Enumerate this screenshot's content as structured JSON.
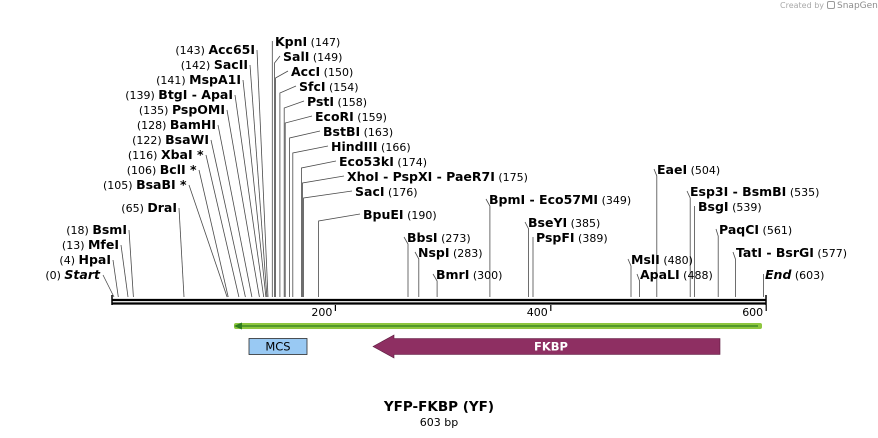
{
  "watermark": {
    "prefix": "Created by",
    "brand": "SnapGene"
  },
  "map": {
    "name": "YFP-FKBP (YF)",
    "length_label": "603 bp",
    "sequence_length": 603,
    "ticks": [
      {
        "pos": 200,
        "label": "200"
      },
      {
        "pos": 400,
        "label": "400"
      },
      {
        "pos": 600,
        "label": "600"
      }
    ]
  },
  "sites": [
    {
      "name": "Start",
      "pos": 0,
      "pos_label": "(0)",
      "italic": true
    },
    {
      "name": "HpaI",
      "pos": 4,
      "pos_label": "(4)"
    },
    {
      "name": "MfeI",
      "pos": 13,
      "pos_label": "(13)"
    },
    {
      "name": "BsmI",
      "pos": 18,
      "pos_label": "(18)"
    },
    {
      "name": "DraI",
      "pos": 65,
      "pos_label": "(65)"
    },
    {
      "name": "BsaBI *",
      "pos": 105,
      "pos_label": "(105)"
    },
    {
      "name": "BclI *",
      "pos": 106,
      "pos_label": "(106)"
    },
    {
      "name": "XbaI *",
      "pos": 116,
      "pos_label": "(116)"
    },
    {
      "name": "BsaWI",
      "pos": 122,
      "pos_label": "(122)"
    },
    {
      "name": "BamHI",
      "pos": 128,
      "pos_label": "(128)"
    },
    {
      "name": "PspOMI",
      "pos": 135,
      "pos_label": "(135)"
    },
    {
      "name": "BtgI - ApaI",
      "pos": 139,
      "pos_label": "(139)"
    },
    {
      "name": "MspA1I",
      "pos": 141,
      "pos_label": "(141)"
    },
    {
      "name": "SacII",
      "pos": 142,
      "pos_label": "(142)"
    },
    {
      "name": "Acc65I",
      "pos": 143,
      "pos_label": "(143)"
    },
    {
      "name": "KpnI",
      "pos": 147,
      "pos_label": "(147)"
    },
    {
      "name": "SalI",
      "pos": 149,
      "pos_label": "(149)"
    },
    {
      "name": "AccI",
      "pos": 150,
      "pos_label": "(150)"
    },
    {
      "name": "SfcI",
      "pos": 154,
      "pos_label": "(154)"
    },
    {
      "name": "PstI",
      "pos": 158,
      "pos_label": "(158)"
    },
    {
      "name": "EcoRI",
      "pos": 159,
      "pos_label": "(159)"
    },
    {
      "name": "BstBI",
      "pos": 163,
      "pos_label": "(163)"
    },
    {
      "name": "HindIII",
      "pos": 166,
      "pos_label": "(166)"
    },
    {
      "name": "Eco53kI",
      "pos": 174,
      "pos_label": "(174)"
    },
    {
      "name": "XhoI - PspXI - PaeR7I",
      "pos": 175,
      "pos_label": "(175)"
    },
    {
      "name": "SacI",
      "pos": 176,
      "pos_label": "(176)"
    },
    {
      "name": "BpuEI",
      "pos": 190,
      "pos_label": "(190)"
    },
    {
      "name": "BbsI",
      "pos": 273,
      "pos_label": "(273)"
    },
    {
      "name": "NspI",
      "pos": 283,
      "pos_label": "(283)"
    },
    {
      "name": "BmrI",
      "pos": 300,
      "pos_label": "(300)"
    },
    {
      "name": "BpmI - Eco57MI",
      "pos": 349,
      "pos_label": "(349)"
    },
    {
      "name": "BseYI",
      "pos": 385,
      "pos_label": "(385)"
    },
    {
      "name": "PspFI",
      "pos": 389,
      "pos_label": "(389)"
    },
    {
      "name": "MslI",
      "pos": 480,
      "pos_label": "(480)"
    },
    {
      "name": "ApaLI",
      "pos": 488,
      "pos_label": "(488)"
    },
    {
      "name": "EaeI",
      "pos": 504,
      "pos_label": "(504)"
    },
    {
      "name": "Esp3I - BsmBI",
      "pos": 535,
      "pos_label": "(535)"
    },
    {
      "name": "BsgI",
      "pos": 539,
      "pos_label": "(539)"
    },
    {
      "name": "PaqCI",
      "pos": 561,
      "pos_label": "(561)"
    },
    {
      "name": "TatI - BsrGI",
      "pos": 577,
      "pos_label": "(577)"
    },
    {
      "name": "End",
      "pos": 603,
      "pos_label": "(603)",
      "italic": true
    }
  ],
  "features": {
    "primer": {
      "start": 113,
      "end": 603,
      "direction": "reverse",
      "color": "#8ec63f",
      "arrow_color": "#2e7d1e"
    },
    "mcs": {
      "label": "MCS",
      "start": 127,
      "end": 181,
      "color": "#99c9f3"
    },
    "fkbp": {
      "label": "FKBP",
      "start": 240,
      "end": 567,
      "direction": "reverse",
      "color": "#8e2f62"
    }
  }
}
